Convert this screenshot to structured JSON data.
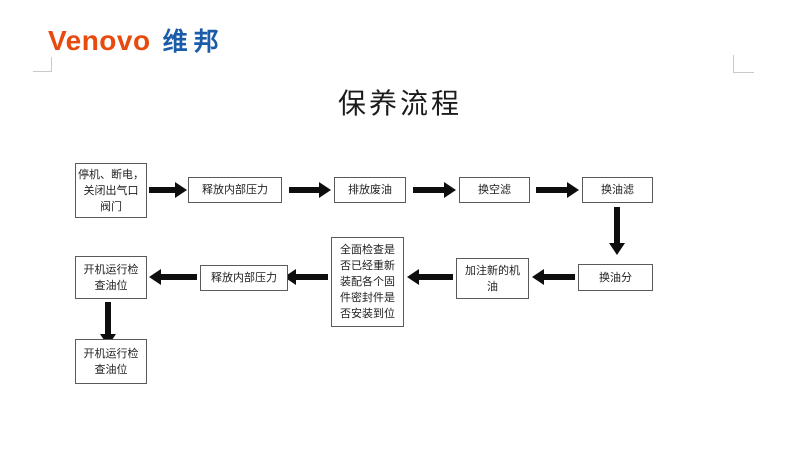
{
  "logo": {
    "brand": "Venovo",
    "brand_cn": "维邦",
    "brand_color": "#E8490D",
    "brand_cn_color": "#1A5CA8"
  },
  "title": "保养流程",
  "flowchart": {
    "nodes": [
      {
        "id": "n1",
        "label": "停机、断电，\n关闭出气口\n阀门"
      },
      {
        "id": "n2",
        "label": "释放内部压力"
      },
      {
        "id": "n3",
        "label": "排放废油"
      },
      {
        "id": "n4",
        "label": "换空滤"
      },
      {
        "id": "n5",
        "label": "换油滤"
      },
      {
        "id": "n6",
        "label": "换油分"
      },
      {
        "id": "n7",
        "label": "加注新的机\n油"
      },
      {
        "id": "n8",
        "label": "全面检查是\n否已经重新\n装配各个固\n件密封件是\n否安装到位"
      },
      {
        "id": "n9",
        "label": "释放内部压力"
      },
      {
        "id": "n10",
        "label": "开机运行检\n查油位"
      },
      {
        "id": "n11",
        "label": "开机运行检\n查油位"
      }
    ],
    "edges": [
      {
        "from": "n1",
        "to": "n2",
        "direction": "right"
      },
      {
        "from": "n2",
        "to": "n3",
        "direction": "right"
      },
      {
        "from": "n3",
        "to": "n4",
        "direction": "right"
      },
      {
        "from": "n4",
        "to": "n5",
        "direction": "right"
      },
      {
        "from": "n5",
        "to": "n6",
        "direction": "down"
      },
      {
        "from": "n6",
        "to": "n7",
        "direction": "left"
      },
      {
        "from": "n7",
        "to": "n8",
        "direction": "left"
      },
      {
        "from": "n8",
        "to": "n9",
        "direction": "left"
      },
      {
        "from": "n9",
        "to": "n10",
        "direction": "left"
      },
      {
        "from": "n10",
        "to": "n11",
        "direction": "down"
      }
    ],
    "arrow_color": "#0E0E0E",
    "node_border_color": "#5A5A5A"
  }
}
